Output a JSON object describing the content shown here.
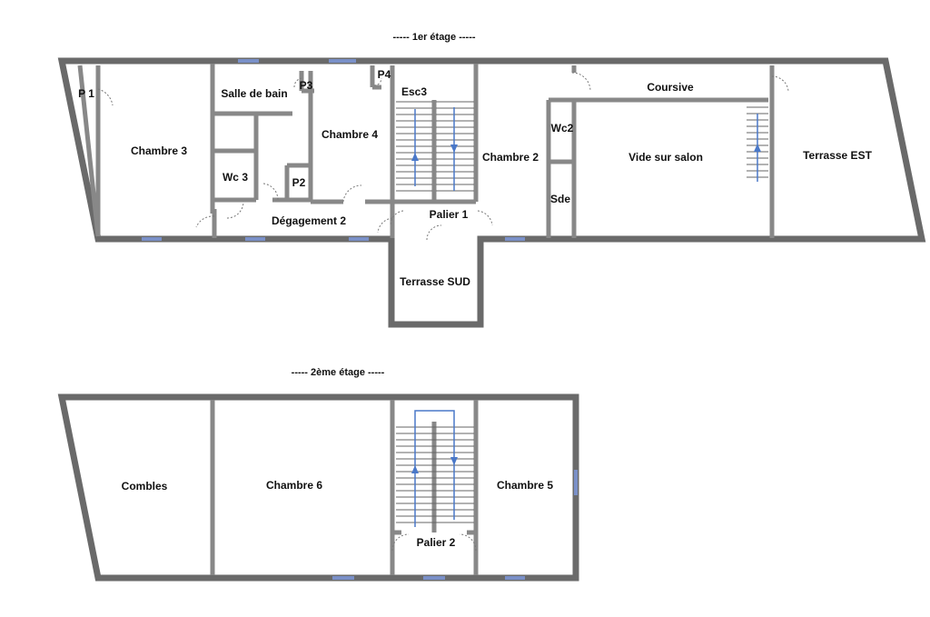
{
  "floor1": {
    "title": "----- 1er étage -----",
    "rooms": {
      "p1": "P 1",
      "chambre3": "Chambre 3",
      "salle_de_bain": "Salle de bain",
      "p3": "P3",
      "p4": "P4",
      "esc3": "Esc3",
      "chambre4": "Chambre 4",
      "wc3": "Wc 3",
      "p2": "P2",
      "degagement2": "Dégagement 2",
      "palier1": "Palier 1",
      "chambre2": "Chambre 2",
      "wc2": "Wc2",
      "sde": "Sde",
      "coursive": "Coursive",
      "vide_sur_salon": "Vide sur salon",
      "terrasse_est": "Terrasse EST",
      "terrasse_sud": "Terrasse SUD"
    }
  },
  "floor2": {
    "title": "----- 2ème étage -----",
    "rooms": {
      "combles": "Combles",
      "chambre6": "Chambre 6",
      "chambre5": "Chambre 5",
      "palier2": "Palier 2"
    }
  },
  "colors": {
    "wall": "#6a6a6a",
    "window": "#7a90c8",
    "stair_arrow": "#4a78c8"
  }
}
